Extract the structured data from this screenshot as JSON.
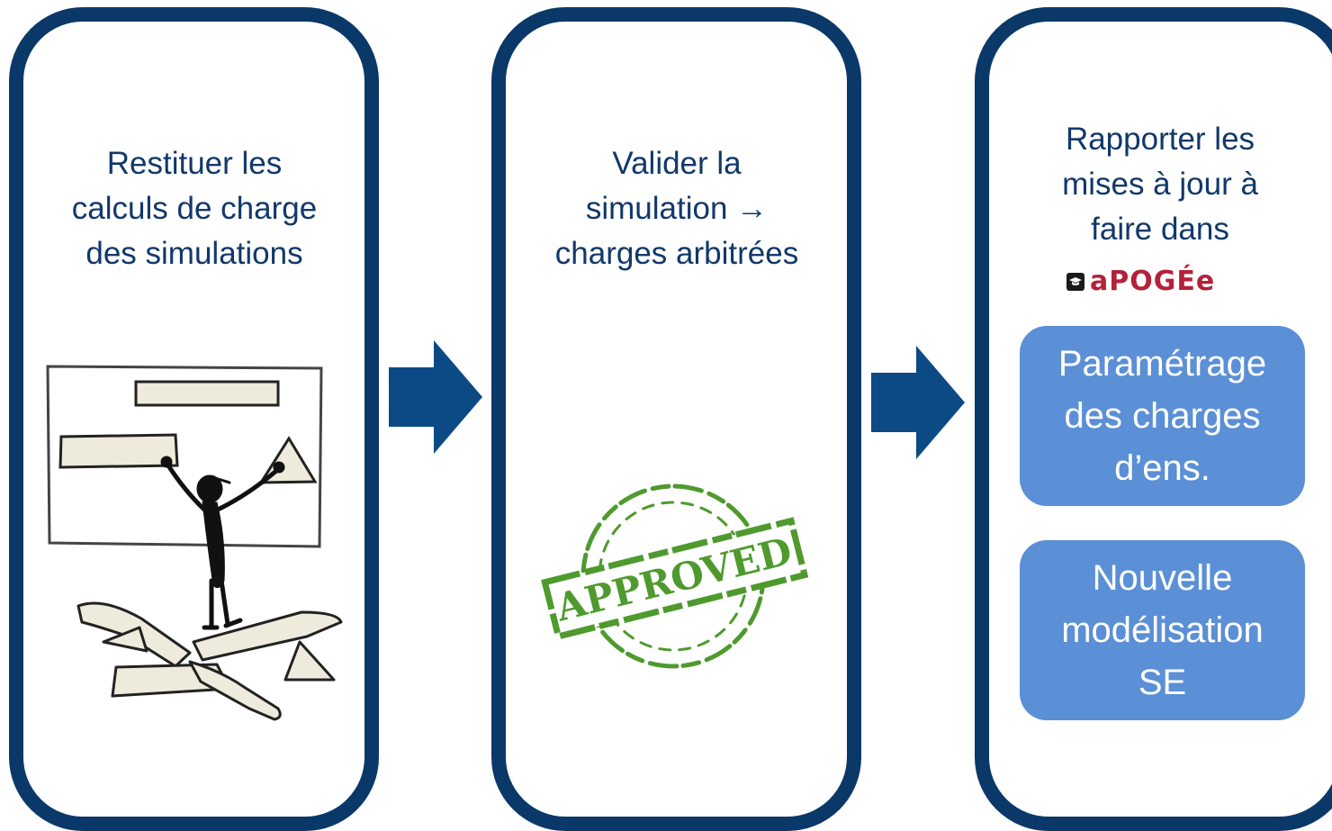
{
  "steps": [
    {
      "caption_lines": [
        "Restituer les",
        "calculs de charge",
        "des simulations"
      ]
    },
    {
      "caption_lines": [
        "Valider la",
        "simulation →",
        "charges arbitrées"
      ],
      "stamp_text": "APPROVED"
    },
    {
      "caption_lines": [
        "Rapporter les",
        "mises à jour à",
        "faire dans"
      ],
      "logo_text": "aPOGÉe",
      "boxes": [
        {
          "lines": [
            "Paramétrage",
            "des charges",
            "d’ens."
          ]
        },
        {
          "lines": [
            "Nouvelle",
            "modélisation",
            "SE"
          ]
        }
      ]
    }
  ],
  "colors": {
    "panel_border": "#0a3868",
    "arrow": "#0b4a85",
    "caption_text": "#11386a",
    "sub_box": "#5b8fd6",
    "stamp_green": "#4f9a2e",
    "logo_red": "#b4213a"
  },
  "icons": [
    "flow-arrow-icon",
    "graduation-cap-icon"
  ]
}
